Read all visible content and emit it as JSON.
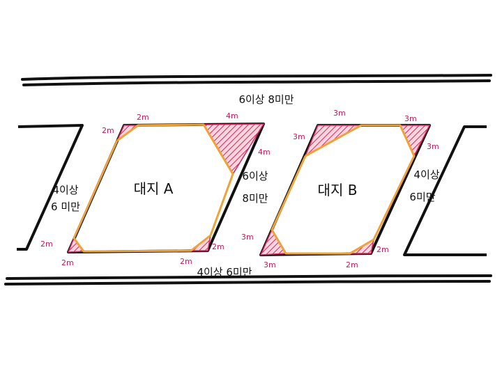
{
  "roads": {
    "top_width": "6이상 8미만",
    "bottom_width": "4이상 6미만",
    "left_width": [
      "4이상",
      "6 미만"
    ],
    "middle_width": [
      "6이상",
      "8미만"
    ],
    "right_width": [
      "4이상",
      "6미만"
    ]
  },
  "lots": {
    "a": {
      "label": "대지 A",
      "corner_short": "2m",
      "corner_long": "4m"
    },
    "b": {
      "label": "대지 B",
      "corner": "3m",
      "corner_small": "2m"
    }
  },
  "colors": {
    "outline": "#111111",
    "buildable_line": "#f0a23a",
    "corner_cut": "#d9265c"
  }
}
